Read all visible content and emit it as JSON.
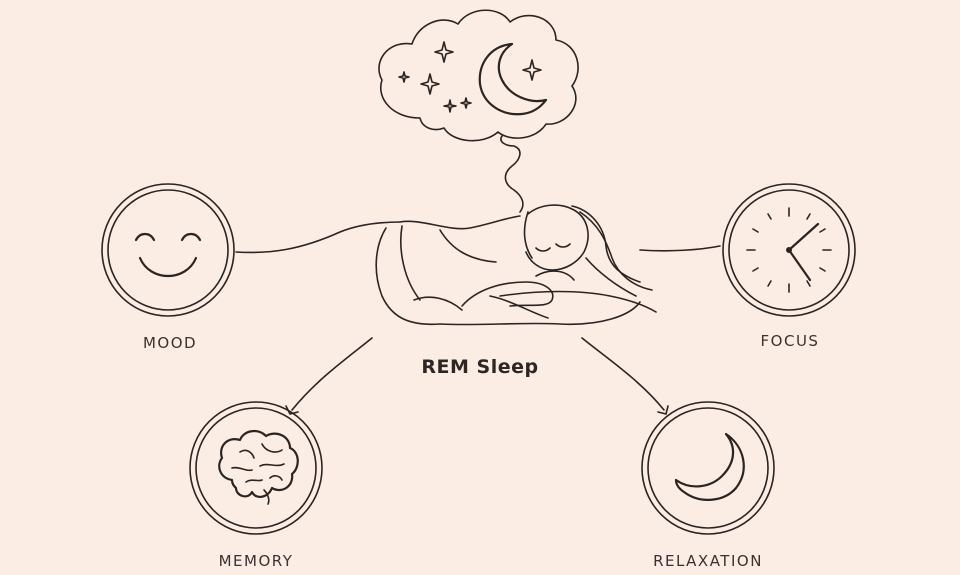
{
  "title": "REM Sleep",
  "benefits": [
    {
      "label": "MOOD",
      "icon": "smiley-face-icon"
    },
    {
      "label": "FOCUS",
      "icon": "clock-icon"
    },
    {
      "label": "MEMORY",
      "icon": "brain-icon"
    },
    {
      "label": "RELAXATION",
      "icon": "crescent-moon-icon"
    }
  ],
  "colors": {
    "background": "#fbece4",
    "ink": "#2a2422"
  }
}
